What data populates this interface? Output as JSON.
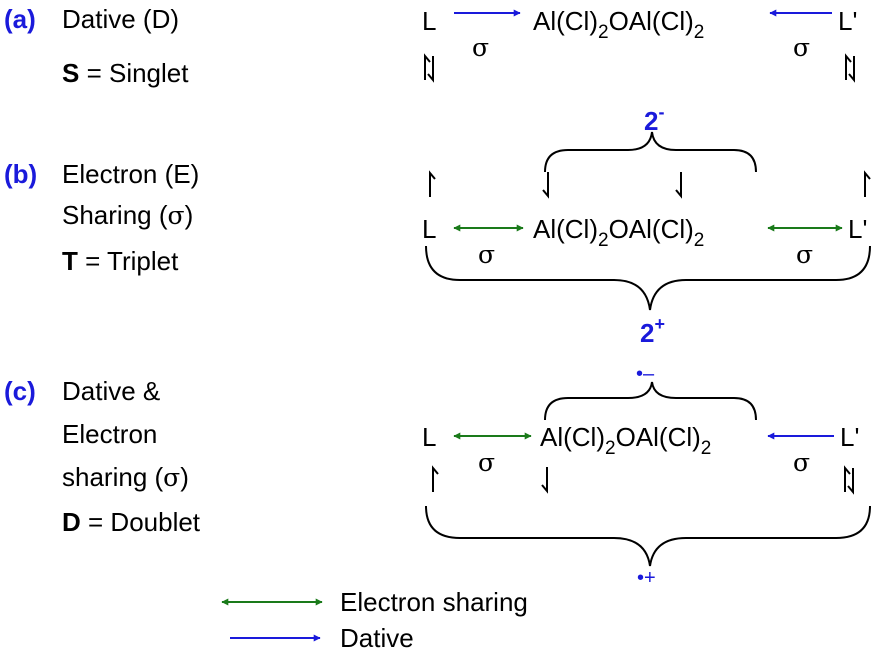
{
  "colors": {
    "label": "#1a1adb",
    "dative": "#1a1adb",
    "sharing": "#1a7a1a",
    "charge": "#1a1adb"
  },
  "sections": [
    {
      "label": "(a)",
      "name": "Dative (D)",
      "name2": "",
      "name3": "",
      "state_letter": "S",
      "state_name": " = Singlet"
    },
    {
      "label": "(b)",
      "name": "Electron (E)",
      "name2": "Sharing (",
      "name3": "",
      "state_letter": "T",
      "state_name": " = Triplet"
    },
    {
      "label": "(c)",
      "name": "Dative &",
      "name2": "Electron",
      "name3": "sharing (",
      "state_letter": "D",
      "state_name": " = Doublet"
    }
  ],
  "sigma": "σ",
  "close_paren": ")",
  "ligand_left": "L",
  "ligand_right": "L'",
  "core": {
    "p1": "Al(Cl)",
    "s1": "2",
    "p2": "OAl(Cl)",
    "s2": "2"
  },
  "charges": {
    "b_core": {
      "base": "2",
      "sup": "-"
    },
    "b_total": {
      "base": "2",
      "sup": "+"
    },
    "c_core": "•–",
    "c_total": "•+"
  },
  "legend": {
    "sharing": "Electron sharing",
    "dative": "Dative"
  }
}
